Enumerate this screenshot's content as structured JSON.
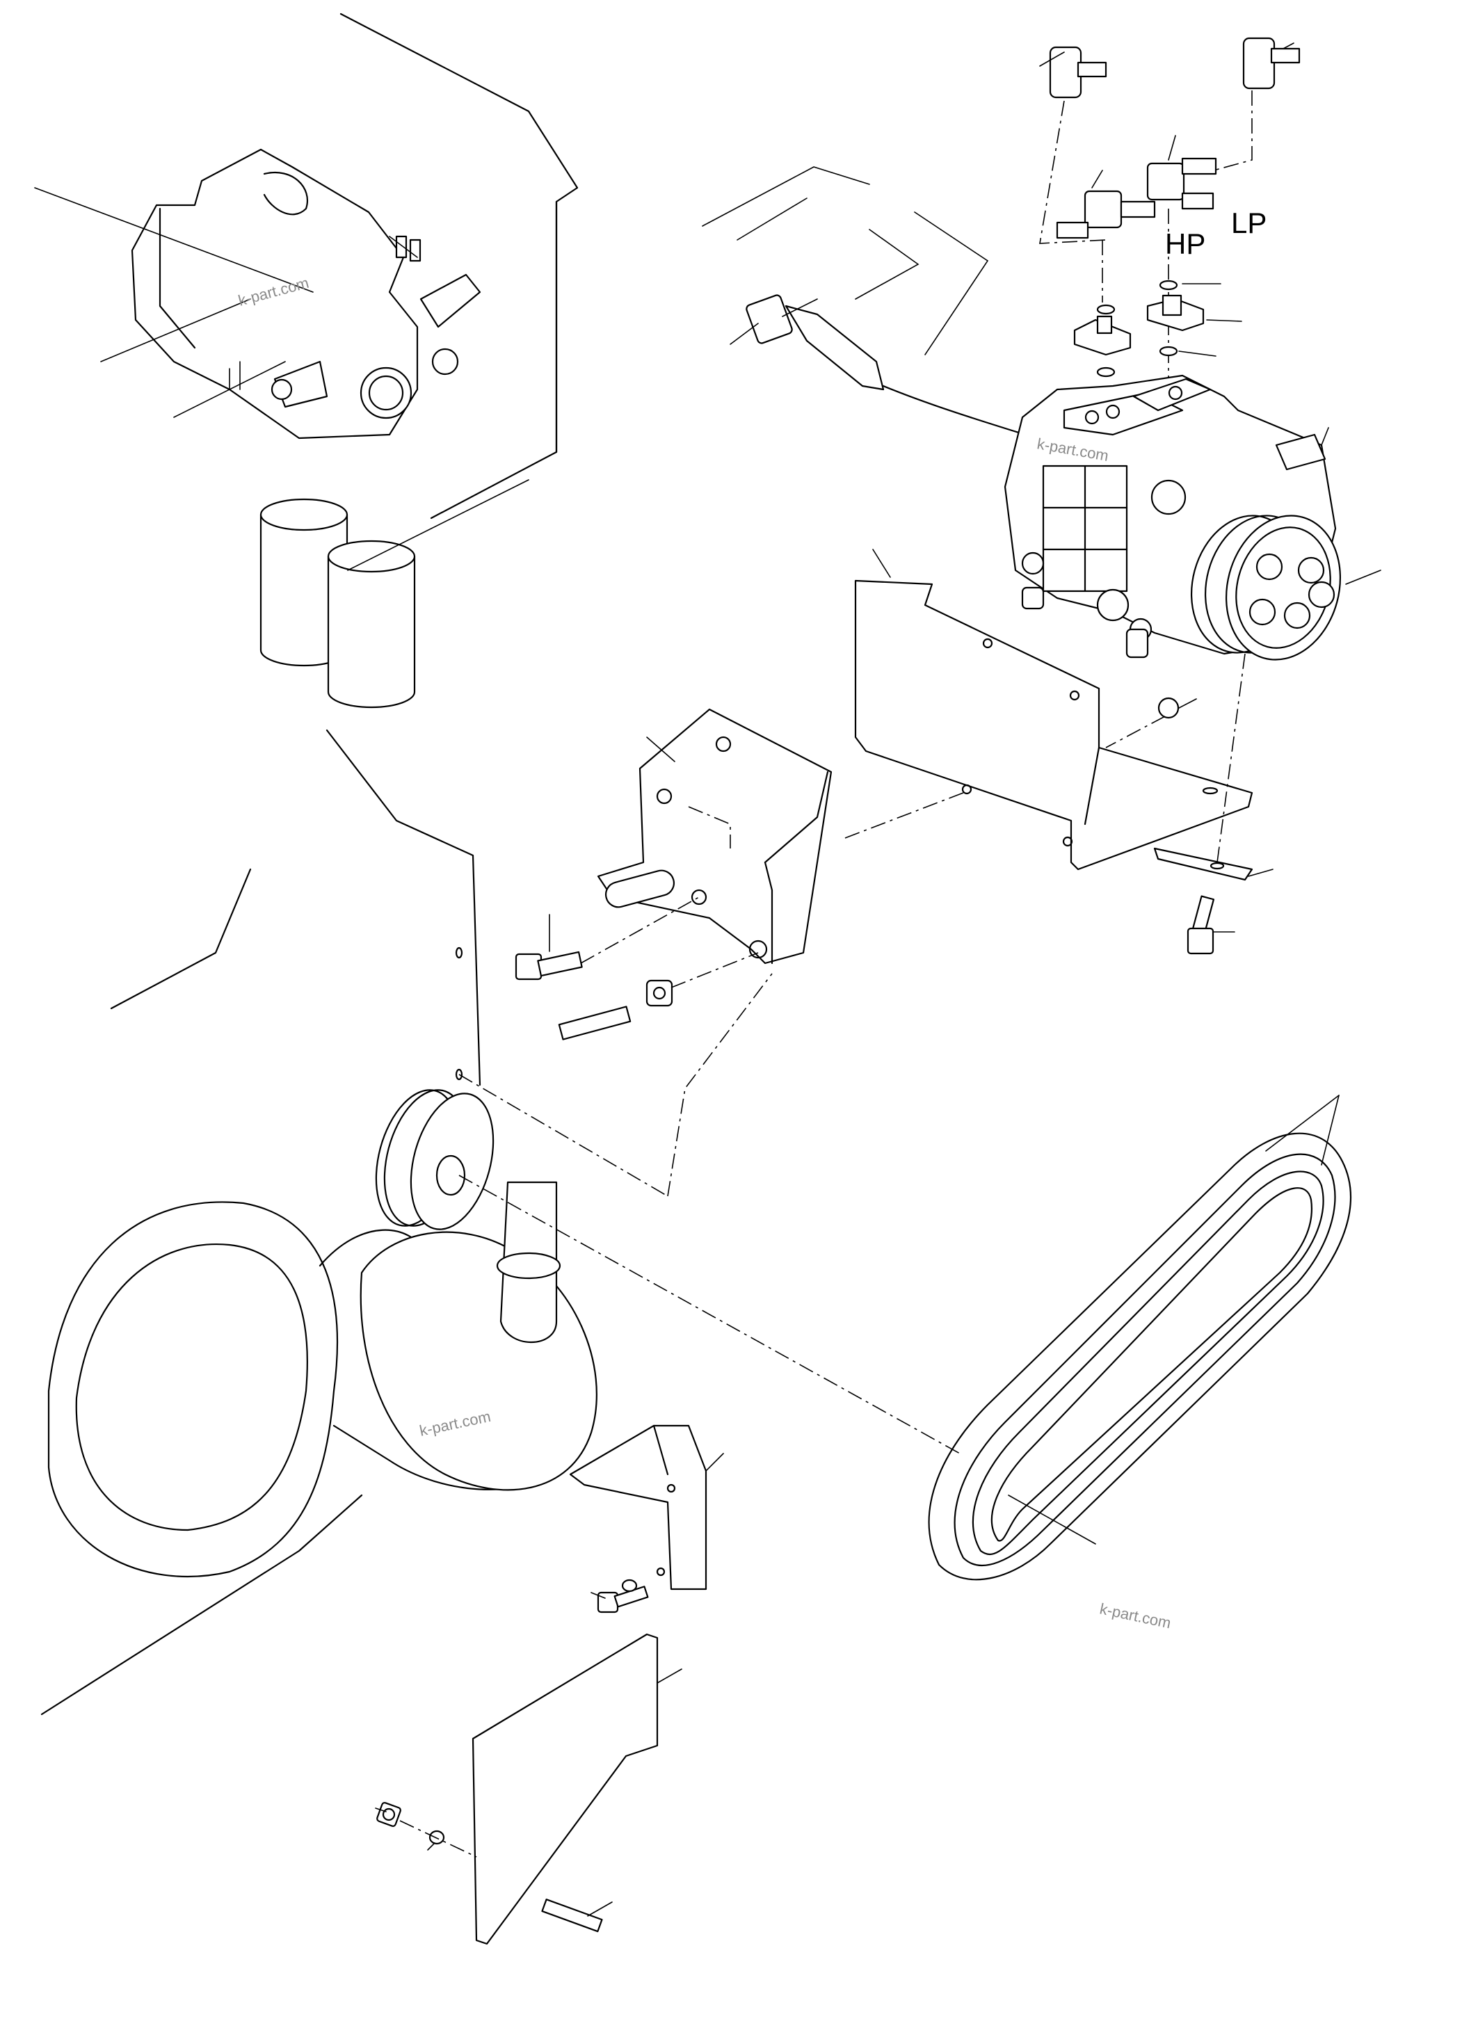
{
  "labels": {
    "hp": "HP",
    "lp": "LP"
  },
  "watermarks": [
    "k-part.com",
    "k-part.com",
    "k-part.com",
    "k-part.com"
  ]
}
